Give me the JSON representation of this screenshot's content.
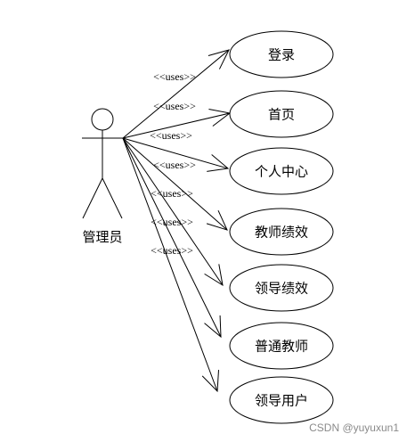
{
  "actor": {
    "name": "管理员"
  },
  "relationship_label": "<<uses>>",
  "use_cases": [
    {
      "id": "login",
      "label": "登录"
    },
    {
      "id": "home",
      "label": "首页"
    },
    {
      "id": "personal-center",
      "label": "个人中心"
    },
    {
      "id": "teacher-performance",
      "label": "教师绩效"
    },
    {
      "id": "leader-performance",
      "label": "领导绩效"
    },
    {
      "id": "ordinary-teacher",
      "label": "普通教师"
    },
    {
      "id": "leader-user",
      "label": "领导用户"
    }
  ],
  "watermark": "CSDN @yuyuxun1",
  "colors": {
    "stroke": "#000000",
    "background": "#ffffff",
    "watermark": "#8a8a8a"
  }
}
